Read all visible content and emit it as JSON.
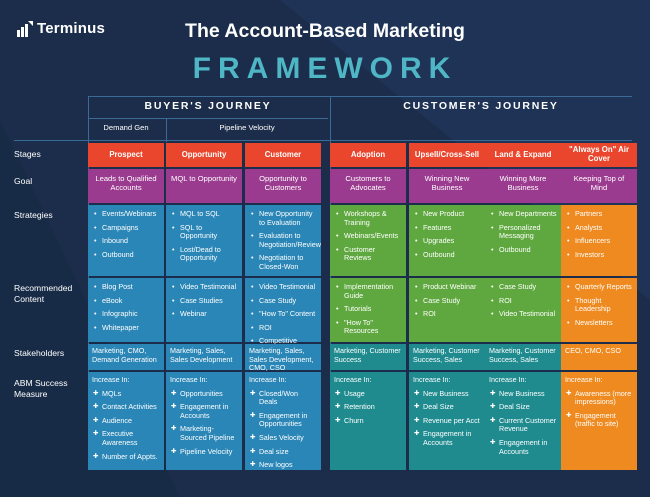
{
  "logo": {
    "text": "Terminus"
  },
  "title": "The Account-Based Marketing",
  "subtitle": "FRAMEWORK",
  "colors": {
    "prospect": "#e9462d",
    "goal": "#9b3b8f",
    "strategy": "#5fa83f",
    "blue": "#2a86b6",
    "teal": "#1f8b8f",
    "green": "#5fa83f",
    "orange": "#ee8a1f"
  },
  "headers": {
    "buyers": "BUYER'S JOURNEY",
    "customers": "CUSTOMER'S JOURNEY",
    "demand": "Demand Gen",
    "pipeline": "Pipeline Velocity"
  },
  "row_labels": {
    "stages": "Stages",
    "goal": "Goal",
    "strategies": "Strategies",
    "content": "Recommended Content",
    "stakeholders": "Stakeholders",
    "measure": "ABM Success Measure"
  },
  "columns": [
    {
      "stage": "Prospect",
      "goal": "Leads to Qualified Accounts",
      "strategies": [
        "Events/Webinars",
        "Campaigns",
        "Inbound",
        "Outbound"
      ],
      "content": [
        "Blog Post",
        "eBook",
        "Infographic",
        "Whitepaper"
      ],
      "stakeholders": "Marketing, CMO, Demand Generation",
      "measure_head": "Increase In:",
      "measures": [
        "MQLs",
        "Contact Activities",
        "Audience",
        "Executive Awareness",
        "Number of Appts."
      ]
    },
    {
      "stage": "Opportunity",
      "goal": "MQL to Opportunity",
      "strategies": [
        "MQL to SQL",
        "SQL to Opportunity",
        "Lost/Dead to Opportunity"
      ],
      "content": [
        "Video Testimonial",
        "Case Studies",
        "Webinar"
      ],
      "stakeholders": "Marketing, Sales, Sales Development",
      "measure_head": "Increase In:",
      "measures": [
        "Opportunities",
        "Engagement in Accounts",
        "Marketing-Sourced Pipeline",
        "Pipeline Velocity"
      ]
    },
    {
      "stage": "Customer",
      "goal": "Opportunity to Customers",
      "strategies": [
        "New Opportunity to Evaluation",
        "Evaluation to Negotiation/Review",
        "Negotiation to Closed-Won"
      ],
      "content": [
        "Video Testimonial",
        "Case Study",
        "\"How To\" Content",
        "ROI",
        "Competitive Analysis"
      ],
      "stakeholders": "Marketing, Sales, Sales Development, CMO, CSO",
      "measure_head": "Increase In:",
      "measures": [
        "Closed/Won Deals",
        "Engagement in Opportunities",
        "Sales Velocity",
        "Deal size",
        "New logos"
      ]
    },
    {
      "stage": "Adoption",
      "goal": "Customers to Advocates",
      "strategies": [
        "Workshops & Training",
        "Webinars/Events",
        "Customer Reviews"
      ],
      "content": [
        "Implementation Guide",
        "Tutorials",
        "\"How To\" Resources"
      ],
      "stakeholders": "Marketing, Customer Success",
      "measure_head": "Increase In:",
      "measures": [
        "Usage",
        "Retention",
        "Churn"
      ]
    },
    {
      "stage": "Upsell/Cross-Sell",
      "goal": "Winning New Business",
      "strategies": [
        "New Product",
        "Features",
        "Upgrades",
        "Outbound"
      ],
      "content": [
        "Product Webinar",
        "Case Study",
        "ROI"
      ],
      "stakeholders": "Marketing, Customer Success, Sales",
      "measure_head": "Increase In:",
      "measures": [
        "New Business",
        "Deal Size",
        "Revenue per Acct",
        "Engagement in Accounts"
      ]
    },
    {
      "stage": "Land & Expand",
      "goal": "Winning More Business",
      "strategies": [
        "New Departments",
        "Personalized Messaging",
        "Outbound"
      ],
      "content": [
        "Case Study",
        "ROI",
        "Video Testimonial"
      ],
      "stakeholders": "Marketing, Customer Success, Sales",
      "measure_head": "Increase In:",
      "measures": [
        "New Business",
        "Deal Size",
        "Current Customer Revenue",
        "Engagement in Accounts"
      ]
    },
    {
      "stage": "\"Always On\" Air Cover",
      "goal": "Keeping Top of Mind",
      "strategies": [
        "Partners",
        "Analysts",
        "Influencers",
        "Investors"
      ],
      "content": [
        "Quarterly Reports",
        "Thought Leadership",
        "Newsletters"
      ],
      "stakeholders": "CEO, CMO, CSO",
      "measure_head": "Increase In:",
      "measures": [
        "Awareness (more impressions)",
        "Engagement (traffic to site)"
      ]
    }
  ]
}
